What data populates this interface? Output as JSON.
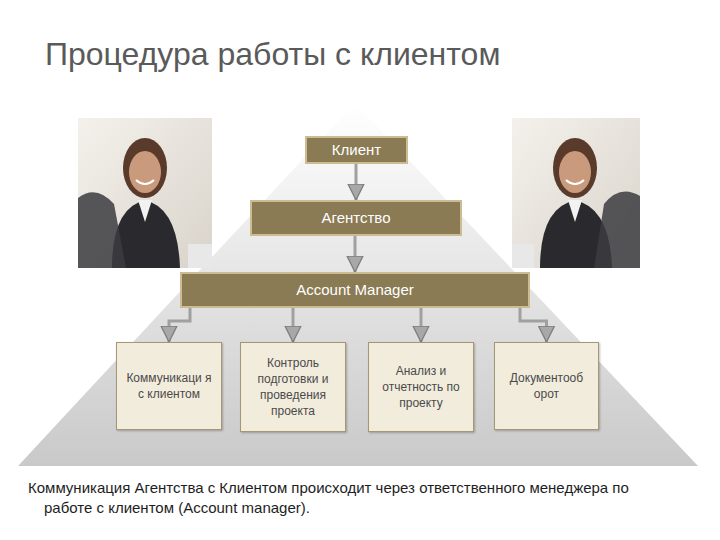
{
  "diagram": {
    "title": "Процедура работы с клиентом",
    "caption": "Коммуникация Агентства с Клиентом происходит через ответственного менеджера по работе с клиентом (Account manager).",
    "nodes": [
      {
        "text": [
          "Клиент"
        ]
      },
      {
        "text": [
          "Агентство"
        ]
      },
      {
        "text": [
          "Account Manager"
        ]
      },
      {
        "text": [
          "Коммуникаци я с клиентом"
        ]
      },
      {
        "text": [
          "Контроль подготовки и проведения проекта"
        ]
      },
      {
        "text": [
          "Анализ и отчетность по проекту"
        ]
      },
      {
        "text": [
          "Документооб орот"
        ]
      }
    ],
    "edges": [
      {
        "from": 0,
        "to": 1,
        "arrow": "to"
      },
      {
        "from": 1,
        "to": 2,
        "arrow": "to"
      },
      {
        "from": 2,
        "to": 3,
        "arrow": "to"
      },
      {
        "from": 2,
        "to": 4,
        "arrow": "to"
      },
      {
        "from": 2,
        "to": 5,
        "arrow": "to"
      },
      {
        "from": 2,
        "to": 6,
        "arrow": "to"
      }
    ]
  }
}
